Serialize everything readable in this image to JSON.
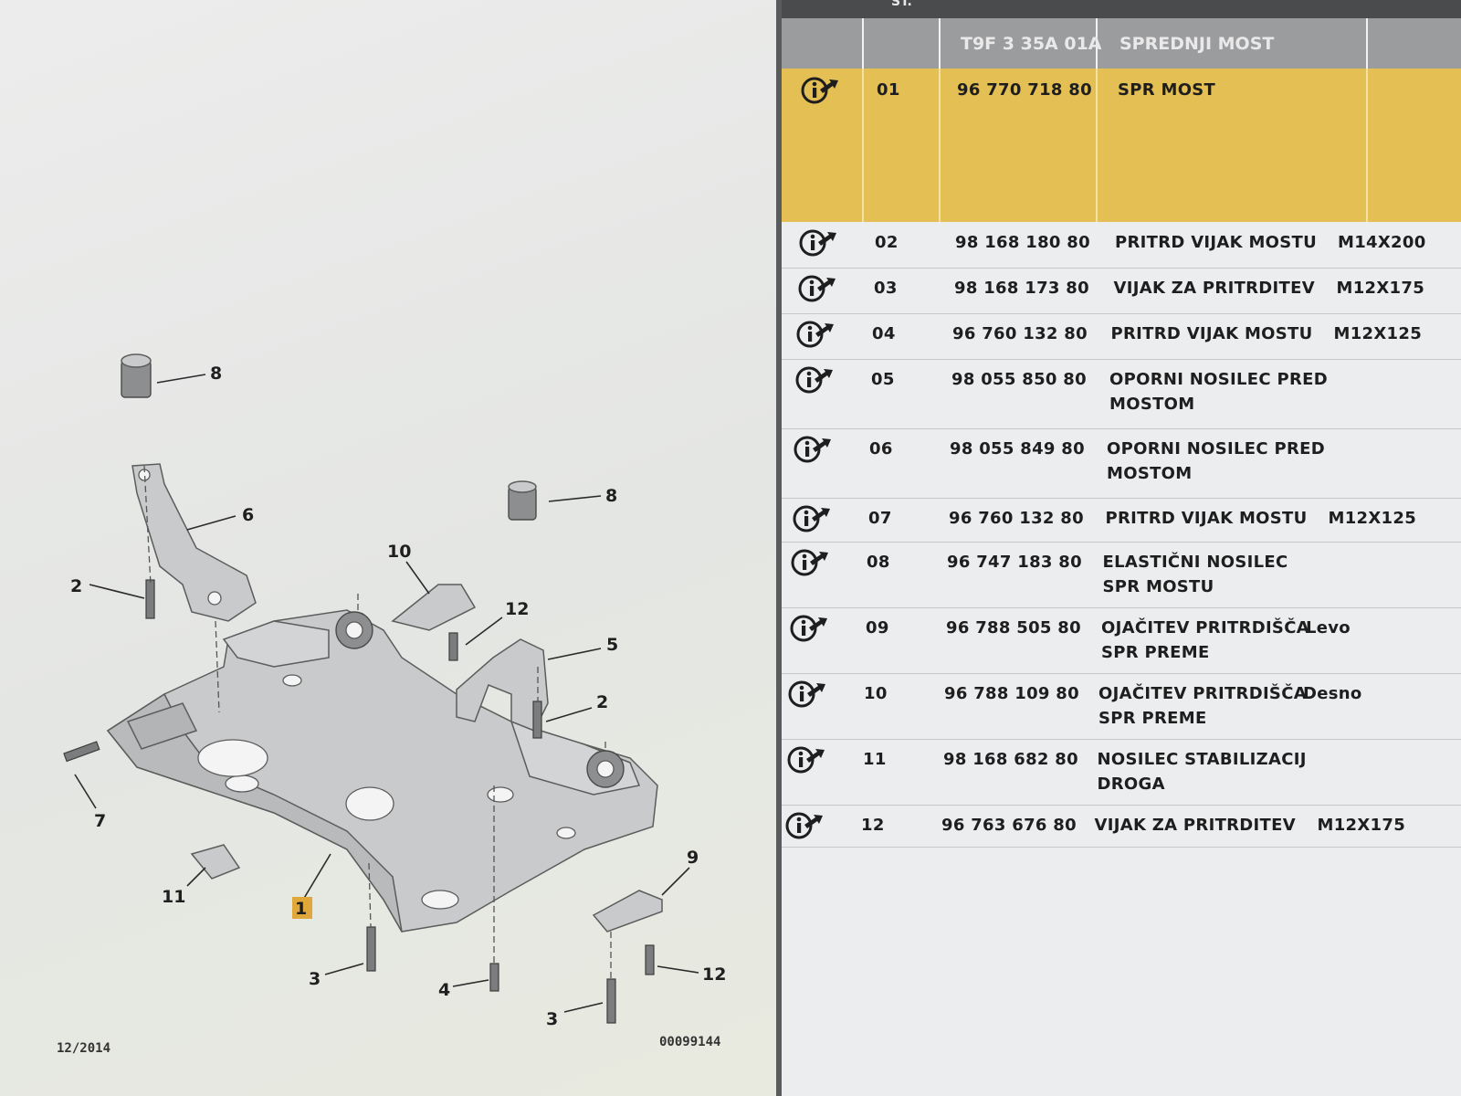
{
  "table": {
    "header_fragment": "ST.",
    "header": {
      "ref": "T9F 3 35A 01A",
      "name": "SPREDNJI MOST"
    },
    "rows": [
      {
        "pos": "01",
        "part_no": "96 770 718 80",
        "name": "SPR MOST",
        "spec": ""
      },
      {
        "pos": "02",
        "part_no": "98 168 180 80",
        "name": "PRITRD VIJAK MOSTU",
        "spec": "M14X200"
      },
      {
        "pos": "03",
        "part_no": "98 168 173 80",
        "name": "VIJAK ZA PRITRDITEV",
        "spec": "M12X175"
      },
      {
        "pos": "04",
        "part_no": "96 760 132 80",
        "name": "PRITRD VIJAK MOSTU",
        "spec": "M12X125"
      },
      {
        "pos": "05",
        "part_no": "98 055 850 80",
        "name": "OPORNI NOSILEC PRED",
        "name2": "MOSTOM",
        "spec": ""
      },
      {
        "pos": "06",
        "part_no": "98 055 849 80",
        "name": "OPORNI NOSILEC PRED",
        "name2": "MOSTOM",
        "spec": ""
      },
      {
        "pos": "07",
        "part_no": "96 760 132 80",
        "name": "PRITRD VIJAK MOSTU",
        "spec": "M12X125"
      },
      {
        "pos": "08",
        "part_no": "96 747 183 80",
        "name": "ELASTIČNI NOSILEC",
        "name2": "SPR MOSTU",
        "spec": ""
      },
      {
        "pos": "09",
        "part_no": "96 788 505 80",
        "name": "OJAČITEV PRITRDIŠČA",
        "name2": "SPR PREME",
        "spec": "Levo"
      },
      {
        "pos": "10",
        "part_no": "96 788 109 80",
        "name": "OJAČITEV PRITRDIŠČA",
        "name2": "SPR PREME",
        "spec": "Desno"
      },
      {
        "pos": "11",
        "part_no": "98 168 682 80",
        "name": "NOSILEC STABILIZACIJ",
        "name2": "DROGA",
        "spec": ""
      },
      {
        "pos": "12",
        "part_no": "96 763 676 80",
        "name": "VIJAK ZA PRITRDITEV",
        "spec": "M12X175"
      }
    ]
  },
  "diagram": {
    "callouts": [
      "8",
      "6",
      "2",
      "8",
      "10",
      "12",
      "5",
      "2",
      "7",
      "11",
      "1",
      "3",
      "4",
      "3",
      "12",
      "9"
    ],
    "date": "12/2014",
    "drawing_number": "00099144"
  },
  "colors": {
    "selected_row": "#e3bf54",
    "header": "#9b9c9e",
    "highlight_callout": "#e0a83a"
  },
  "icons": {
    "row_icon": "info-arrow-icon"
  }
}
